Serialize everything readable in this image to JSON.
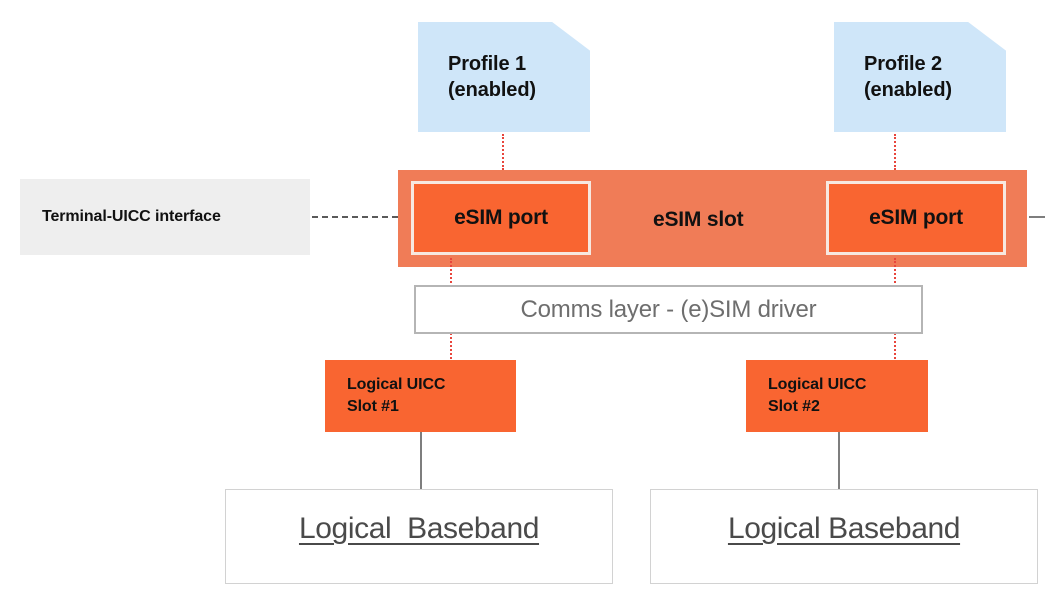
{
  "diagram": {
    "title": "eSIM slot / multi-port architecture",
    "colors": {
      "profile_fill": "#CFE6F9",
      "slot_fill": "#F07C57",
      "port_fill": "#F96531",
      "port_border": "#F7E8E0",
      "uicc_fill": "#F96531",
      "terminal_fill": "#EEEEEE",
      "comms_border": "#B5B5B5",
      "comms_text": "#6E6E6E",
      "baseband_border": "#D2D2D2",
      "baseband_text": "#4A4A4A",
      "dotted_connector": "#E8453C",
      "solid_connector": "#7E7E7E",
      "dashed_connector": "#5A5A5A"
    },
    "profiles": [
      {
        "name_line": "Profile 1",
        "state_line": "(enabled)"
      },
      {
        "name_line": "Profile 2",
        "state_line": "(enabled)"
      }
    ],
    "terminal_interface": {
      "label": "Terminal-UICC interface"
    },
    "esim_slot": {
      "label": "eSIM slot",
      "ports": [
        {
          "label": "eSIM port"
        },
        {
          "label": "eSIM port"
        }
      ]
    },
    "comms_layer": {
      "label": "Comms layer - (e)SIM driver"
    },
    "uicc_slots": [
      {
        "line1": "Logical UICC",
        "line2": "Slot #1"
      },
      {
        "line1": "Logical UICC",
        "line2": "Slot #2"
      }
    ],
    "basebands": [
      {
        "label": "Logical  Baseband"
      },
      {
        "label": "Logical Baseband"
      }
    ]
  }
}
